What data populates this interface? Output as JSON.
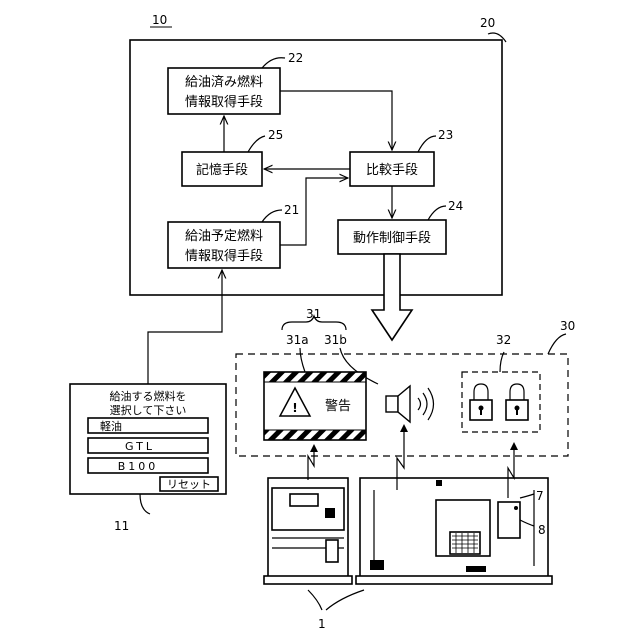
{
  "ref_main": "10",
  "controller": {
    "ref": "20",
    "info_fueled": {
      "ref": "22",
      "line1": "給油済み燃料",
      "line2": "情報取得手段"
    },
    "storage": {
      "ref": "25",
      "label": "記憶手段"
    },
    "compare": {
      "ref": "23",
      "label": "比較手段"
    },
    "info_planned": {
      "ref": "21",
      "line1": "給油予定燃料",
      "line2": "情報取得手段"
    },
    "action": {
      "ref": "24",
      "label": "動作制御手段"
    }
  },
  "unit30": {
    "ref": "30",
    "group31_ref": "31",
    "display_ref": "31a",
    "speaker_ref": "31b",
    "warning_text": "警告",
    "locks_ref": "32"
  },
  "terminal": {
    "ref": "11",
    "prompt_line1": "給油する燃料を",
    "prompt_line2": "選択して下さい",
    "options": [
      "軽油",
      "GTL",
      "B100"
    ],
    "reset": "リセット"
  },
  "generator": {
    "ref": "1",
    "ref7": "7",
    "ref8": "8"
  }
}
